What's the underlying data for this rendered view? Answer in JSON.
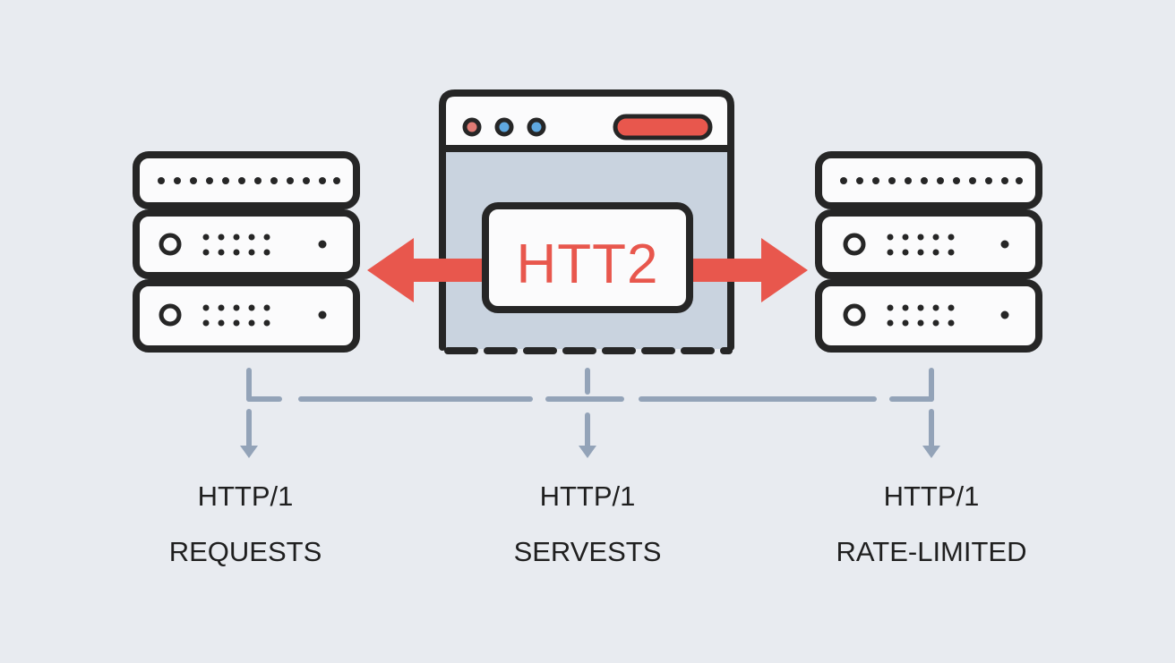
{
  "diagram": {
    "center_badge": "HTT2",
    "columns": [
      {
        "line1": "HTTP/1",
        "line2": "REQUESTS"
      },
      {
        "line1": "HTTP/1",
        "line2": "SERVESTS"
      },
      {
        "line1": "HTTP/1",
        "line2": "RATE-LIMITED"
      }
    ]
  },
  "colors": {
    "background": "#e8ebf0",
    "outline": "#262626",
    "accent_red": "#e8574d",
    "connector": "#93a3b8",
    "browser_body": "#c9d3df",
    "white": "#fbfbfc",
    "dot_pink": "#e07b74",
    "dot_blue": "#5fa8e0"
  },
  "icons": {
    "left": "server-stack-icon",
    "center": "browser-window-icon",
    "right": "server-stack-icon"
  }
}
